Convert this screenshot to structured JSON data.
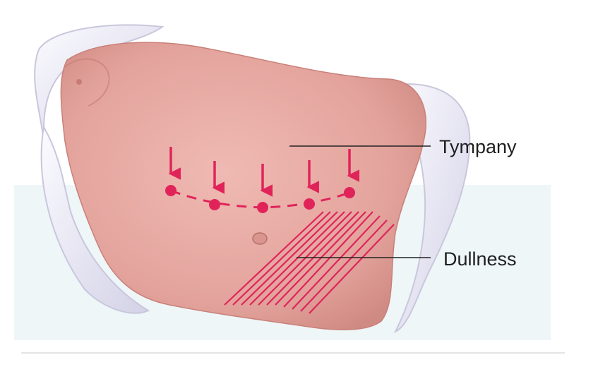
{
  "labels": {
    "tympany": "Tympany",
    "dullness": "Dullness"
  },
  "colors": {
    "skin": "#e7aaa3",
    "skin_shadow": "#d48f88",
    "cloth": "#f3f3fa",
    "cloth_shade": "#c9c7dc",
    "marker": "#e0245a",
    "leader_line": "#222222",
    "background_band": "#eef6f8"
  },
  "marker_count": 5,
  "hatch_line_count": 11
}
